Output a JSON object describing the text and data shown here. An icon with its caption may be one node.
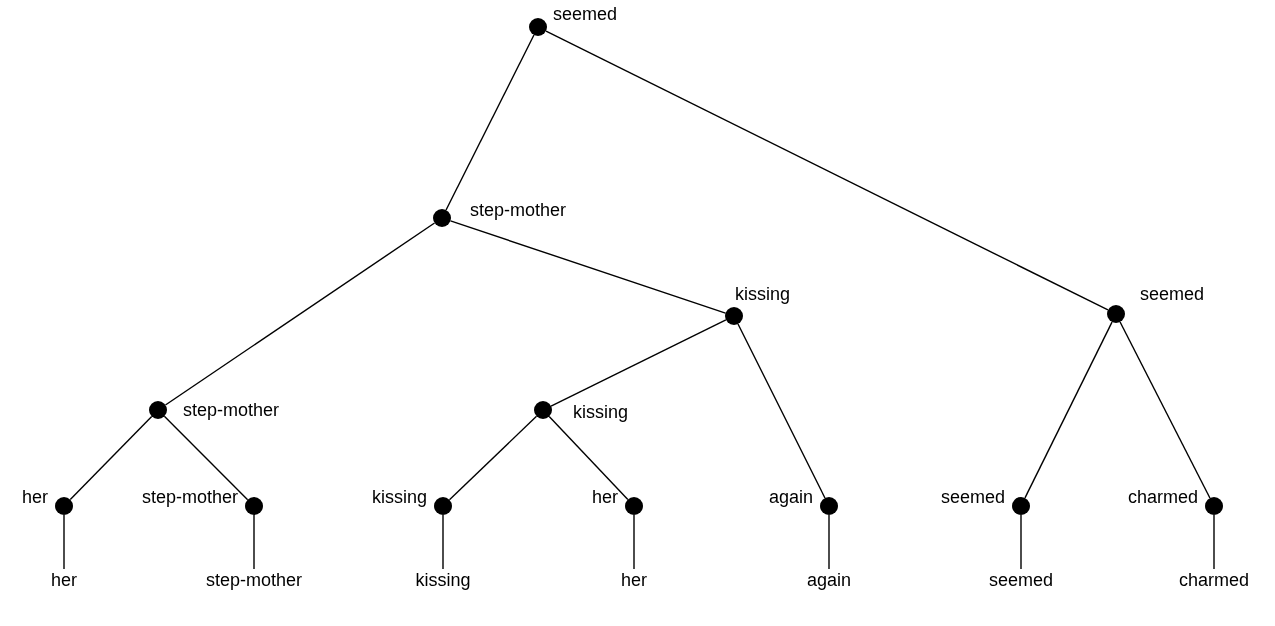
{
  "diagram": {
    "nodes": [
      {
        "text": [],
        "shape": "circle",
        "beside": [
          "seemed"
        ]
      },
      {
        "text": [],
        "shape": "circle",
        "beside": [
          "step-mother"
        ]
      },
      {
        "text": [],
        "shape": "circle",
        "beside": [
          "kissing"
        ]
      },
      {
        "text": [],
        "shape": "circle",
        "beside": [
          "seemed"
        ]
      },
      {
        "text": [],
        "shape": "circle",
        "beside": [
          "step-mother"
        ]
      },
      {
        "text": [],
        "shape": "circle",
        "beside": [
          "kissing"
        ]
      },
      {
        "text": [],
        "shape": "circle",
        "beside": [
          "her"
        ]
      },
      {
        "text": [],
        "shape": "circle",
        "beside": [
          "step-mother"
        ]
      },
      {
        "text": [],
        "shape": "circle",
        "beside": [
          "kissing"
        ]
      },
      {
        "text": [],
        "shape": "circle",
        "beside": [
          "her"
        ]
      },
      {
        "text": [],
        "shape": "circle",
        "beside": [
          "again"
        ]
      },
      {
        "text": [],
        "shape": "circle",
        "beside": [
          "seemed"
        ]
      },
      {
        "text": [],
        "shape": "circle",
        "beside": [
          "charmed"
        ]
      },
      {
        "text": [
          "her"
        ]
      },
      {
        "text": [
          "step-mother"
        ]
      },
      {
        "text": [
          "kissing"
        ]
      },
      {
        "text": [
          "her"
        ]
      },
      {
        "text": [
          "again"
        ]
      },
      {
        "text": [
          "seemed"
        ]
      },
      {
        "text": [
          "charmed"
        ]
      }
    ],
    "edges": [
      {
        "from": 0,
        "to": 1,
        "arrow": "none"
      },
      {
        "from": 0,
        "to": 3,
        "arrow": "none"
      },
      {
        "from": 1,
        "to": 4,
        "arrow": "none"
      },
      {
        "from": 1,
        "to": 2,
        "arrow": "none"
      },
      {
        "from": 2,
        "to": 5,
        "arrow": "none"
      },
      {
        "from": 2,
        "to": 10,
        "arrow": "none"
      },
      {
        "from": 3,
        "to": 11,
        "arrow": "none"
      },
      {
        "from": 3,
        "to": 12,
        "arrow": "none"
      },
      {
        "from": 4,
        "to": 6,
        "arrow": "none"
      },
      {
        "from": 4,
        "to": 7,
        "arrow": "none"
      },
      {
        "from": 5,
        "to": 8,
        "arrow": "none"
      },
      {
        "from": 5,
        "to": 9,
        "arrow": "none"
      },
      {
        "from": 6,
        "to": 13,
        "arrow": "none"
      },
      {
        "from": 7,
        "to": 14,
        "arrow": "none"
      },
      {
        "from": 8,
        "to": 15,
        "arrow": "none"
      },
      {
        "from": 9,
        "to": 16,
        "arrow": "none"
      },
      {
        "from": 10,
        "to": 17,
        "arrow": "none"
      },
      {
        "from": 11,
        "to": 18,
        "arrow": "none"
      },
      {
        "from": 12,
        "to": 19,
        "arrow": "none"
      }
    ]
  }
}
